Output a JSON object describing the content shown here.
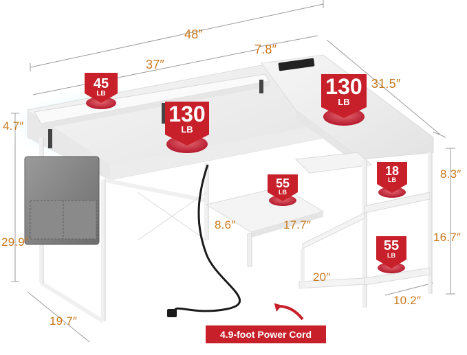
{
  "dimensions": {
    "total_width": "48″",
    "main_width": "37″",
    "shelf_depth": "7.8″",
    "return_length": "31.5″",
    "riser_height": "4.7″",
    "desk_height": "29.9″",
    "desk_depth": "19.7″",
    "upper_shelf_gap": "8.3″",
    "lower_shelf_gap": "16.7″",
    "shelf_width": "10.2″",
    "return_depth": "20″",
    "middle_shelf_depth": "8.6″",
    "middle_shelf_width": "17.7″"
  },
  "badges": [
    {
      "value": "45",
      "unit": "LB"
    },
    {
      "value": "130",
      "unit": "LB"
    },
    {
      "value": "130",
      "unit": "LB"
    },
    {
      "value": "55",
      "unit": "LB"
    },
    {
      "value": "18",
      "unit": "LB"
    },
    {
      "value": "55",
      "unit": "LB"
    }
  ],
  "power_cord": {
    "label": "4.9-foot Power Cord"
  },
  "colors": {
    "dimension_text": "#c9781c",
    "badge_red": "#c8202a",
    "desk_white": "#f4f4f4",
    "led_glow": "#7fe0ff"
  }
}
